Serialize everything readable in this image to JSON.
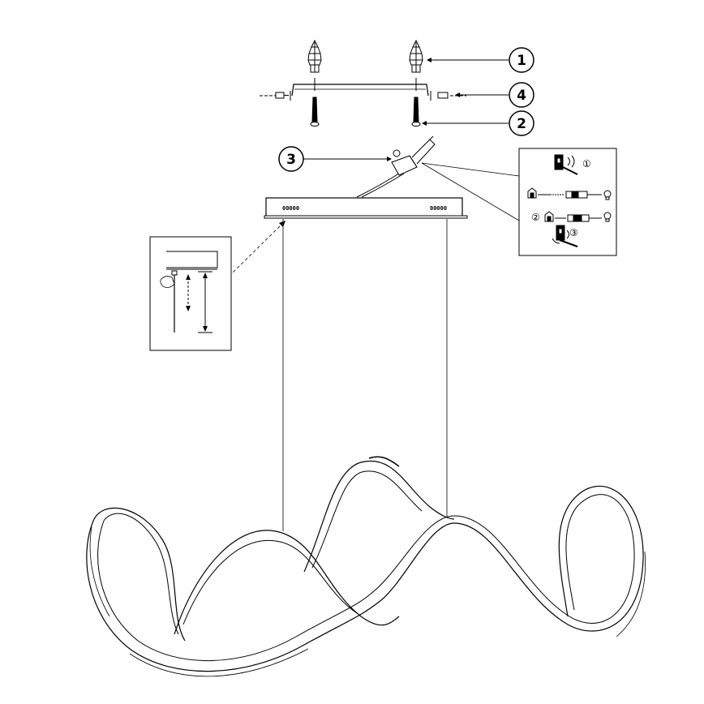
{
  "callouts": {
    "c1": "1",
    "c2": "2",
    "c3": "3",
    "c4": "4"
  },
  "canopy": {
    "vent_left": "00000",
    "vent_right": "00000"
  },
  "connector_inset": {
    "step1": "①",
    "step2": "②",
    "step3": "③"
  },
  "colors": {
    "line": "#000000",
    "background": "#ffffff"
  }
}
